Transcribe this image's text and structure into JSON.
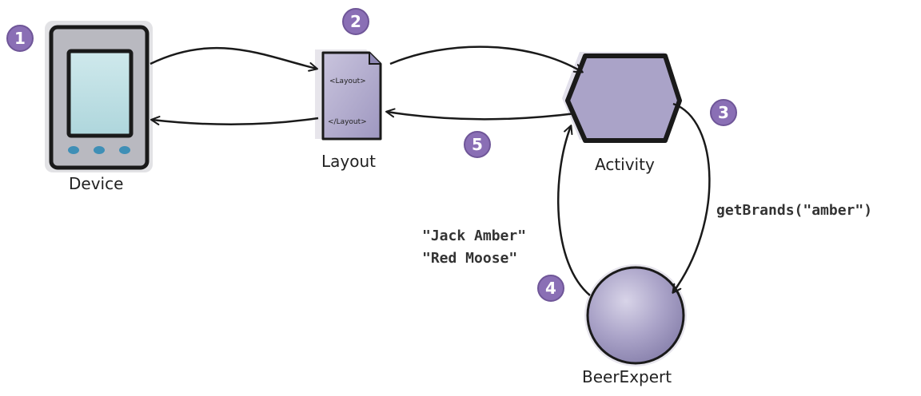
{
  "labels": {
    "device": "Device",
    "layout": "Layout",
    "activity": "Activity",
    "beer_expert": "BeerExpert"
  },
  "layout_file": {
    "open_tag": "<Layout>",
    "close_tag": "</Layout>"
  },
  "annotations": {
    "method_call": "getBrands(\"amber\")",
    "result_1": "\"Jack Amber\"",
    "result_2": "\"Red Moose\""
  },
  "steps": [
    "1",
    "2",
    "3",
    "4",
    "5"
  ],
  "colors": {
    "badge": "#8a6fb5",
    "node_fill": "#aaa3c8",
    "device_body": "#b9b9c0",
    "device_screen": "#bfe0e4",
    "device_buttons": "#3f8fb6",
    "stroke": "#1a1a1a"
  }
}
